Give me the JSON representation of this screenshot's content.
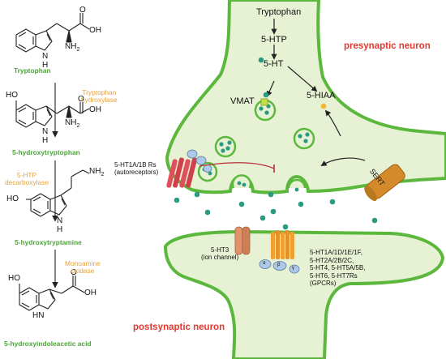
{
  "pathway": {
    "compounds": [
      {
        "name": "Tryptophan"
      },
      {
        "name": "5-hydroxytryptophan"
      },
      {
        "name": "5-hydroxytryptamine"
      },
      {
        "name": "5-hydroxyindoleacetic acid"
      }
    ],
    "enzymes": [
      {
        "line1": "Tryptophan",
        "line2": "hydroxylase"
      },
      {
        "line1": "5-HTP",
        "line2": "decarboxylase"
      },
      {
        "line1": "Monoamine",
        "line2": "oxidase"
      }
    ],
    "atom_labels": {
      "nh2": "NH",
      "nh2_sub": "2",
      "oh": "OH",
      "o": "O",
      "ho": "HO",
      "nh": "N",
      "nh_h": "H",
      "hn": "HN"
    }
  },
  "synapse": {
    "presynaptic_label": "presynaptic neuron",
    "postsynaptic_label": "postsynaptic neuron",
    "synthesis_steps": [
      "Tryptophan",
      "5-HTP",
      "5-HT"
    ],
    "metabolite": "5-HIAA",
    "vmat": "VMAT",
    "sert": "SERT",
    "autoreceptor": {
      "line1": "5-HT1A/1B Rs",
      "line2": "(autoreceptors)"
    },
    "ion_channel": {
      "line1": "5-HT3",
      "line2": "(ion channel)"
    },
    "gpcr_lines": [
      "5-HT1A/1D/1E/1F,",
      "5-HT2A/2B/2C,",
      "5-HT4, 5-HT5A/5B,",
      "5-HT6, 5-HT7Rs",
      "(GPCRs)"
    ],
    "g_protein_subunits": {
      "alpha": "α",
      "beta": "β",
      "gamma": "γ"
    }
  },
  "colors": {
    "neuron_fill": "#e6f2d3",
    "neuron_outline": "#5cb83d",
    "serotonin": "#2a9a82",
    "label_red": "#e23a2f",
    "compound_green": "#4ca53a",
    "enzyme_orange": "#e8a23a",
    "receptor_red": "#e0505a",
    "ion_channel": "#e0926a",
    "gpcr_orange": "#f0a030",
    "sert_orange": "#d48a2a",
    "gprotein_blue": "#aec9e8"
  }
}
